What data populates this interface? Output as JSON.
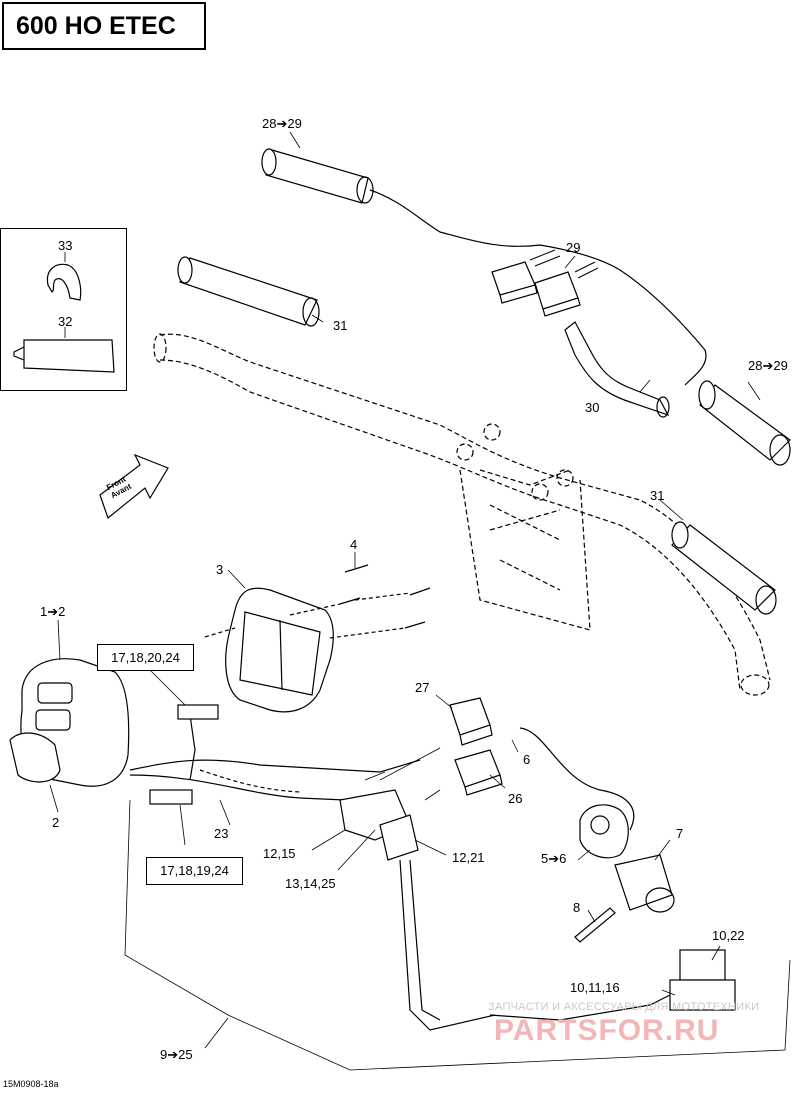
{
  "title": "600 HO ETEC",
  "figure_ref": "15M0908-18a",
  "front_arrow": {
    "line1": "Front",
    "line2": "Avant"
  },
  "watermark": {
    "line1": "ЗАПЧАСТИ И АКСЕССУАРЫ ДЛЯ МОТОТЕХНИКИ",
    "line2": "PARTSFOR.RU"
  },
  "callouts": {
    "c28_29_top": "28➔29",
    "c29": "29",
    "c31_top": "31",
    "c28_29_right": "28➔29",
    "c30": "30",
    "c31_right": "31",
    "c33": "33",
    "c32": "32",
    "c4": "4",
    "c3": "3",
    "c1_2": "1➔2",
    "c2": "2",
    "c27": "27",
    "c6": "6",
    "c26": "26",
    "c7": "7",
    "c5_6": "5➔6",
    "c8": "8",
    "c23": "23",
    "c12_15": "12,15",
    "c13_14_25": "13,14,25",
    "c12_21": "12,21",
    "c10_22": "10,22",
    "c10_11_16": "10,11,16",
    "c9_25": "9➔25"
  },
  "boxed_callouts": {
    "upper_connector": "17,18,20,24",
    "lower_connector": "17,18,19,24"
  }
}
